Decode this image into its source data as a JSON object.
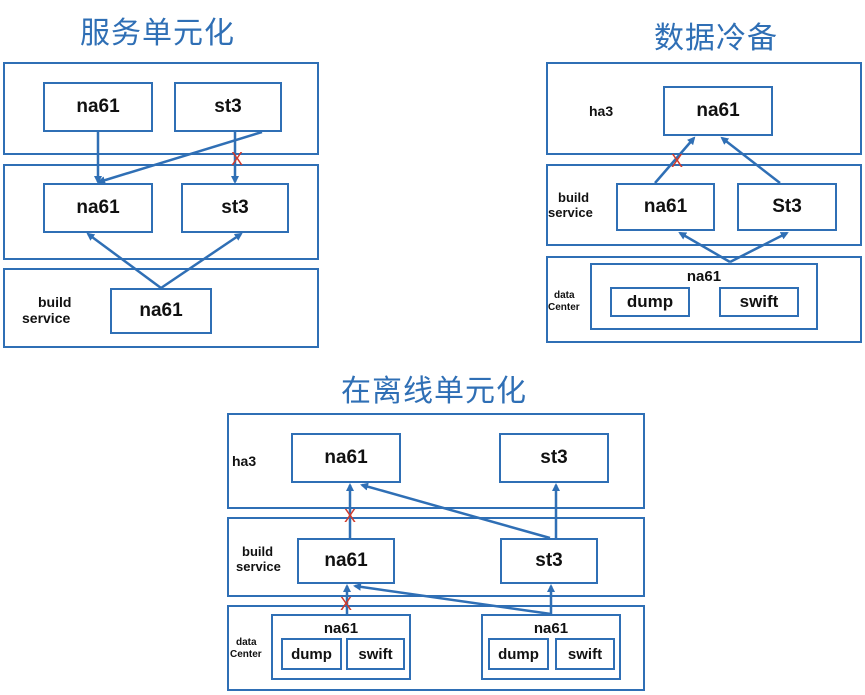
{
  "colors": {
    "accent": "#2f6fb5",
    "text": "#111111",
    "blocked": "#d23a2a"
  },
  "diagram1": {
    "title": "服务单元化",
    "top": {
      "na61": "na61",
      "st3": "st3"
    },
    "middle": {
      "na61": "na61",
      "st3": "st3"
    },
    "bottom": {
      "label_line1": "build",
      "label_line2": "service",
      "na61": "na61"
    },
    "blocked_mark": "X"
  },
  "diagram2": {
    "title": "数据冷备",
    "top": {
      "label": "ha3",
      "na61": "na61"
    },
    "middle": {
      "label_line1": "build",
      "label_line2": "service",
      "na61": "na61",
      "st3": "St3"
    },
    "bottom": {
      "label_line1": "data",
      "label_line2": "Center",
      "group_label": "na61",
      "dump": "dump",
      "swift": "swift"
    },
    "blocked_mark": "X"
  },
  "diagram3": {
    "title": "在离线单元化",
    "top": {
      "label": "ha3",
      "na61": "na61",
      "st3": "st3"
    },
    "middle": {
      "label_line1": "build",
      "label_line2": "service",
      "na61": "na61",
      "st3": "st3"
    },
    "bottom": {
      "label_line1": "data",
      "label_line2": "Center",
      "left_group": {
        "label": "na61",
        "dump": "dump",
        "swift": "swift"
      },
      "right_group": {
        "label": "na61",
        "dump": "dump",
        "swift": "swift"
      }
    },
    "blocked_mark_top": "X",
    "blocked_mark_bottom": "X"
  }
}
